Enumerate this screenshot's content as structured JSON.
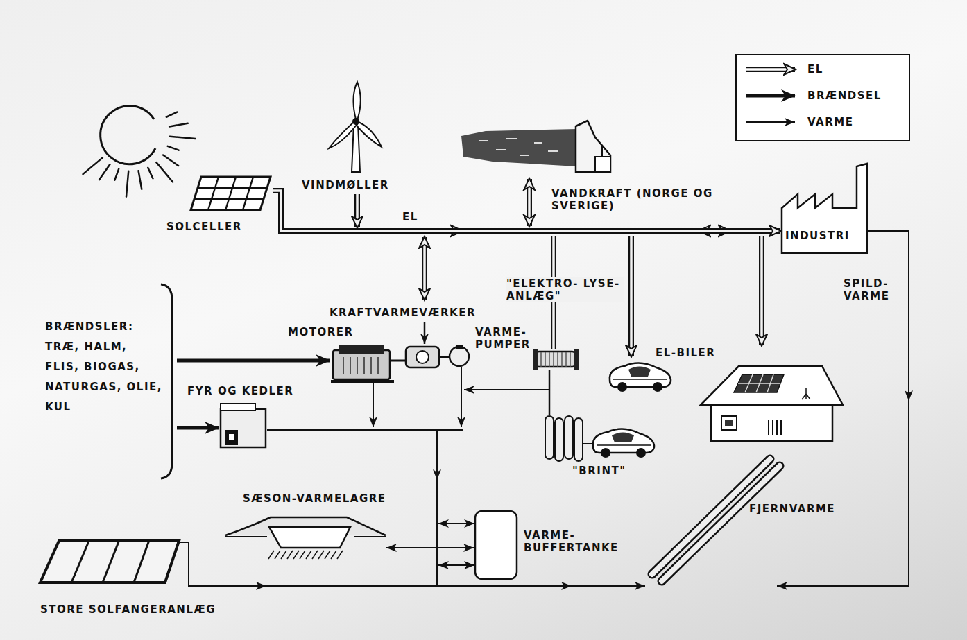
{
  "diagram": {
    "nodes": [
      {
        "text": [
          "SOLCELLER"
        ]
      },
      {
        "text": [
          "VINDMØLLER"
        ]
      },
      {
        "text": [
          "VANDKRAFT (NORGE OG SVERIGE)"
        ]
      },
      {
        "text": [
          "INDUSTRI"
        ]
      },
      {
        "text": [
          "\"ELEKTRO- LYSE-ANLÆG\""
        ]
      },
      {
        "text": [
          "KRAFTVARMEVÆRKER"
        ]
      },
      {
        "text": [
          "BRÆNDSLER: TRÆ, HALM, FLIS, BIOGAS, NATURGAS, OLIE, KUL"
        ]
      },
      {
        "text": [
          "MOTORER"
        ]
      },
      {
        "text": [
          "VARME- PUMPER"
        ]
      },
      {
        "text": [
          "EL-BILER"
        ]
      },
      {
        "text": [
          "FYR OG KEDLER"
        ]
      },
      {
        "text": [
          "\"BRINT\""
        ]
      },
      {
        "text": [
          "SÆSON-VARMELAGRE"
        ]
      },
      {
        "text": [
          "FJERNVARME"
        ]
      },
      {
        "text": [
          "VARME- BUFFERTANKE"
        ]
      },
      {
        "text": [
          "STORE SOLFANGERANLÆG"
        ]
      }
    ],
    "edges": [
      {
        "from": 0,
        "to": 3,
        "arrow": "to",
        "label": "EL"
      },
      {
        "from": 6,
        "to": 7,
        "arrow": "to"
      },
      {
        "from": 6,
        "to": 10,
        "arrow": "to"
      },
      {
        "from": 4,
        "to": 11,
        "arrow": "none"
      },
      {
        "from": 3,
        "to": 13,
        "arrow": "to",
        "label": "SPILD- VARME"
      },
      {
        "from": 15,
        "to": 13,
        "arrow": "to"
      },
      {
        "from": 12,
        "to": 14,
        "arrow": "both"
      }
    ],
    "legend": [
      {
        "text": "EL"
      },
      {
        "text": "BRÆNDSEL"
      },
      {
        "text": "VARME"
      }
    ]
  }
}
